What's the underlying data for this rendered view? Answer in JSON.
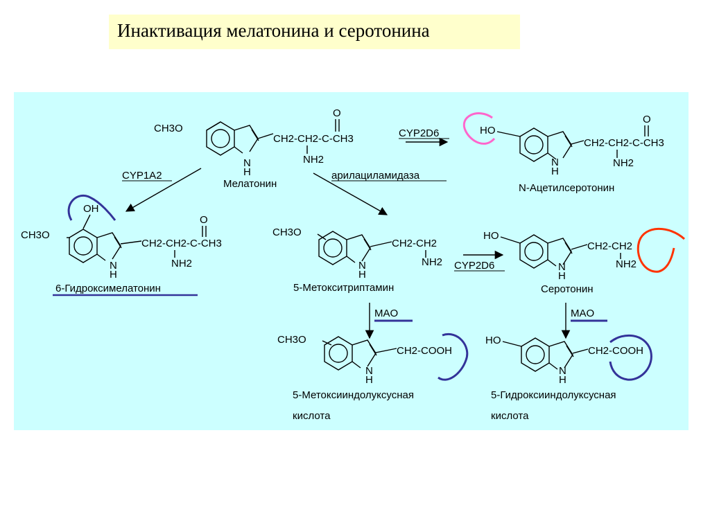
{
  "title": "Инактивация мелатонина и серотонина",
  "enzymes": {
    "cyp1a2": "CYP1A2",
    "cyp2d6_top": "CYP2D6",
    "aryl": "арилациламидаза",
    "cyp2d6_mid": "CYP2D6",
    "mao_left": "MAO",
    "mao_right": "MAO"
  },
  "compounds": {
    "melatonin": {
      "name": "Мелатонин",
      "sub": "CH3O",
      "chain": "CH2-CH2-C-CH3",
      "nh": "NH2",
      "o": "O"
    },
    "acetylserotonin": {
      "name": "N-Ацетилсеротонин",
      "sub": "HO",
      "chain": "CH2-CH2-C-CH3",
      "nh": "NH2",
      "o": "O"
    },
    "hydroxymelatonin": {
      "name": "6-Гидроксимелатонин",
      "sub": "CH3O",
      "oh": "OH",
      "chain": "CH2-CH2-C-CH3",
      "nh": "NH2",
      "o": "O"
    },
    "methoxytryptamine": {
      "name": "5-Метокситриптамин",
      "sub": "CH3O",
      "chain": "CH2-CH2",
      "nh": "NH2"
    },
    "serotonin": {
      "name": "Серотонин",
      "sub": "HO",
      "chain": "CH2-CH2",
      "nh": "NH2"
    },
    "methoxyindoleacetic": {
      "name_line1": "5-Метоксииндолуксусная",
      "name_line2": "кислота",
      "sub": "CH3O",
      "chain": "CH2-COOH"
    },
    "hydroxyindoleacetic": {
      "name_line1": "5-Гидроксииндолуксусная",
      "name_line2": "кислота",
      "sub": "HO",
      "chain": "CH2-COOH"
    }
  },
  "indole_nh": "H",
  "indole_n": "N",
  "colors": {
    "title_bg": "#ffffcc",
    "panel_bg": "#ccffff",
    "highlight_blue": "#333399",
    "highlight_pink": "#ff66cc",
    "highlight_red": "#ff3300"
  }
}
